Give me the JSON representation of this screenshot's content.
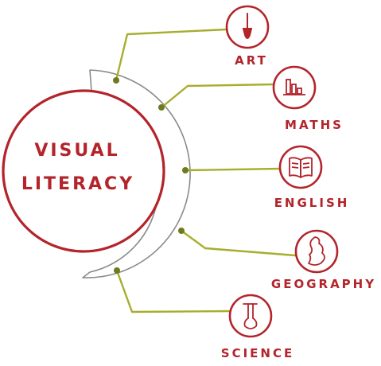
{
  "center": {
    "line1": "VISUAL",
    "line2": "LITERACY"
  },
  "nodes": [
    {
      "label": "ART",
      "icon": "paintbrush-icon"
    },
    {
      "label": "MATHS",
      "icon": "bar-chart-icon"
    },
    {
      "label": "ENGLISH",
      "icon": "open-book-icon"
    },
    {
      "label": "GEOGRAPHY",
      "icon": "map-icon"
    },
    {
      "label": "SCIENCE",
      "icon": "test-tube-icon"
    }
  ],
  "colors": {
    "primary": "#b3242b",
    "connector": "#a8ad2e",
    "node_dot": "#6f7a1c",
    "arc": "#8a8a8a"
  }
}
